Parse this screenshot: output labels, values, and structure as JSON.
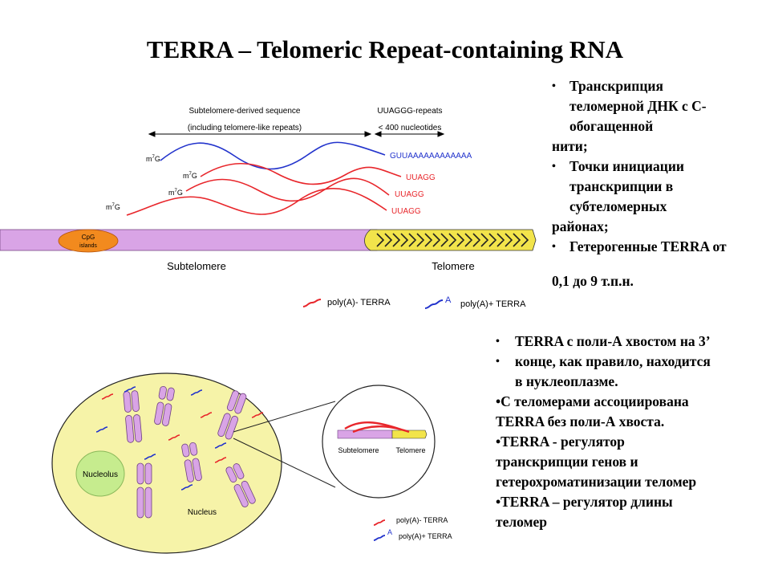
{
  "title": "TERRA – Telomeric Repeat-containing RNA",
  "top_diagram": {
    "header_left_1": "Subtelomere-derived sequence",
    "header_left_2": "(including telomere-like repeats)",
    "header_right_1": "UUAGGG-repeats",
    "header_right_2": "< 400 nucleotides",
    "cap_label": "m7G",
    "blue_end": "GUUAAAAAAAAAAAA",
    "red_end": "UUAGG",
    "cpg_label": "CpG islands",
    "subtelomere_label": "Subtelomere",
    "telomere_label": "Telomere",
    "legend_minus": "poly(A)- TERRA",
    "legend_plus": "poly(A)+ TERRA",
    "legend_a": "A"
  },
  "bottom_diagram": {
    "nucleolus_label": "Nucleolus",
    "nucleus_label": "Nucleus",
    "zoom_subtelomere": "Subtelomere",
    "zoom_telomere": "Telomere",
    "legend_minus": "poly(A)- TERRA",
    "legend_plus": "poly(A)+ TERRA",
    "legend_a": "A"
  },
  "bullets_top": [
    {
      "dot": "•",
      "text": "Транскрипция"
    },
    {
      "dot": "",
      "text": "теломерной ДНК с С-"
    },
    {
      "dot": "",
      "text": "обогащенной"
    },
    {
      "dot": "",
      "text": "нити;",
      "outdent": true
    },
    {
      "dot": "•",
      "text": "Точки инициации"
    },
    {
      "dot": "",
      "text": "транскрипции в"
    },
    {
      "dot": "",
      "text": "субтеломерных"
    },
    {
      "dot": "",
      "text": "районах;",
      "outdent": true
    },
    {
      "dot": "•",
      "text": "Гетерогенные TERRA от"
    },
    {
      "dot": "",
      "text": "0,1 до 9 т.п.н.",
      "outdent": true,
      "gap": true
    }
  ],
  "bullets_bottom": [
    {
      "dot": "•",
      "text": "TERRA с поли-А хвостом на 3’"
    },
    {
      "dot": "•",
      "text": "конце, как правило, находится"
    },
    {
      "dot": "",
      "text": "в нуклеоплазме."
    },
    {
      "dot": "",
      "text": "•С теломерами ассоциирована",
      "outdent": true
    },
    {
      "dot": "",
      "text": "TERRA без поли-А хвоста.",
      "outdent": true
    },
    {
      "dot": "",
      "text": "•TERRA - регулятор",
      "outdent": true
    },
    {
      "dot": "",
      "text": "транскрипции генов и",
      "outdent": true
    },
    {
      "dot": "",
      "text": "гетерохроматинизации теломер",
      "outdent": true
    },
    {
      "dot": "",
      "text": "•TERRA – регулятор длины",
      "outdent": true
    },
    {
      "dot": "",
      "text": "теломер",
      "outdent": true
    }
  ],
  "colors": {
    "red": "#e8262b",
    "blue": "#2233cc",
    "chromosome": "#d9a4e6",
    "nucleus": "#f6f3a8",
    "nucleolus": "#c6ec8e",
    "cpg": "#f28a1e",
    "telomere": "#f2e44b"
  }
}
